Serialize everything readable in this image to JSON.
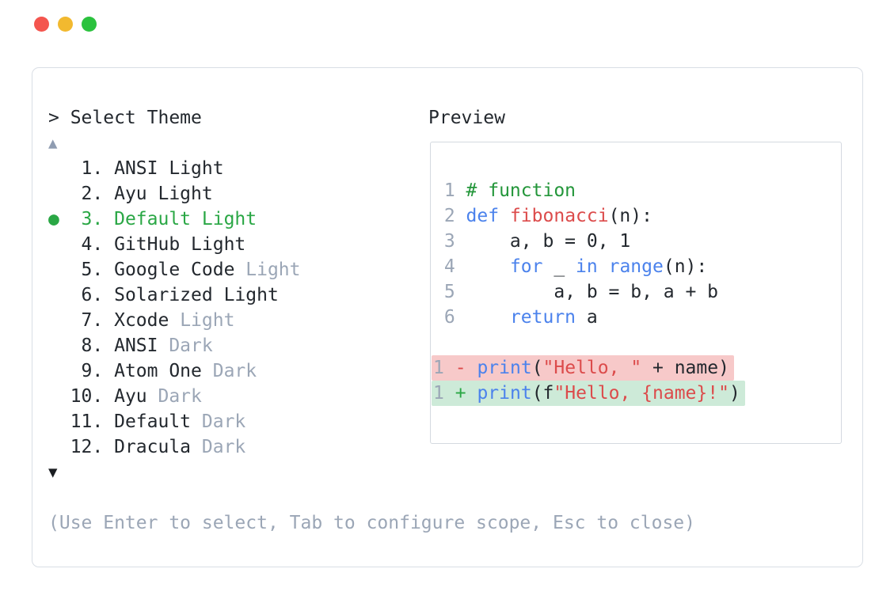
{
  "window": {
    "traffic_lights": [
      {
        "name": "close",
        "color": "#f4554e"
      },
      {
        "name": "minimize",
        "color": "#f2b92f"
      },
      {
        "name": "zoom",
        "color": "#2bc23e"
      }
    ]
  },
  "palette": {
    "ink": "#23282e",
    "muted": "#9ba6b6",
    "selected_green": "#2aa745",
    "comment_green": "#23963a",
    "keyword_blue": "#4b82ec",
    "string_red": "#dc4b4b",
    "diff_removed_bg": "#f7c9c9",
    "diff_added_bg": "#cdead8",
    "panel_border": "#d9dee5",
    "preview_border": "#d4d9e0"
  },
  "selector": {
    "prompt": "> Select Theme",
    "scroll_up_icon": "▲",
    "scroll_down_icon": "▼",
    "selected_marker": "●",
    "items": [
      {
        "number": "1.",
        "name": "ANSI Light",
        "suffix": "",
        "selected": false
      },
      {
        "number": "2.",
        "name": "Ayu Light",
        "suffix": "",
        "selected": false
      },
      {
        "number": "3.",
        "name": "Default Light",
        "suffix": "",
        "selected": true
      },
      {
        "number": "4.",
        "name": "GitHub Light",
        "suffix": "",
        "selected": false
      },
      {
        "number": "5.",
        "name": "Google Code",
        "suffix": "Light",
        "selected": false
      },
      {
        "number": "6.",
        "name": "Solarized Light",
        "suffix": "",
        "selected": false
      },
      {
        "number": "7.",
        "name": "Xcode",
        "suffix": "Light",
        "selected": false
      },
      {
        "number": "8.",
        "name": "ANSI",
        "suffix": "Dark",
        "selected": false
      },
      {
        "number": "9.",
        "name": "Atom One",
        "suffix": "Dark",
        "selected": false
      },
      {
        "number": "10.",
        "name": "Ayu",
        "suffix": "Dark",
        "selected": false
      },
      {
        "number": "11.",
        "name": "Default",
        "suffix": "Dark",
        "selected": false
      },
      {
        "number": "12.",
        "name": "Dracula",
        "suffix": "Dark",
        "selected": false
      }
    ],
    "footer": "(Use Enter to select, Tab to configure scope, Esc to close)"
  },
  "preview": {
    "title": "Preview",
    "code_lines": [
      {
        "num": "1",
        "tokens": [
          {
            "t": "# function",
            "c": "comment"
          }
        ]
      },
      {
        "num": "2",
        "tokens": [
          {
            "t": "def",
            "c": "kw"
          },
          {
            "t": " "
          },
          {
            "t": "fibonacci",
            "c": "fn"
          },
          {
            "t": "(n):"
          }
        ]
      },
      {
        "num": "3",
        "tokens": [
          {
            "t": "    a, b = 0, 1"
          }
        ]
      },
      {
        "num": "4",
        "tokens": [
          {
            "t": "    "
          },
          {
            "t": "for",
            "c": "kw"
          },
          {
            "t": " _ "
          },
          {
            "t": "in",
            "c": "kw"
          },
          {
            "t": " "
          },
          {
            "t": "range",
            "c": "kw"
          },
          {
            "t": "(n):"
          }
        ]
      },
      {
        "num": "5",
        "tokens": [
          {
            "t": "        a, b = b, a + b"
          }
        ]
      },
      {
        "num": "6",
        "tokens": [
          {
            "t": "    "
          },
          {
            "t": "return",
            "c": "kw"
          },
          {
            "t": " a"
          }
        ]
      },
      {
        "num": "",
        "tokens": []
      },
      {
        "num": "1",
        "diff": "removed",
        "tokens": [
          {
            "t": " "
          },
          {
            "t": "-",
            "c": "minus"
          },
          {
            "t": " "
          },
          {
            "t": "print",
            "c": "kw"
          },
          {
            "t": "("
          },
          {
            "t": "\"Hello, \"",
            "c": "str"
          },
          {
            "t": " + name)"
          }
        ]
      },
      {
        "num": "1",
        "diff": "added",
        "tokens": [
          {
            "t": " "
          },
          {
            "t": "+",
            "c": "plus"
          },
          {
            "t": " "
          },
          {
            "t": "print",
            "c": "kw"
          },
          {
            "t": "(f"
          },
          {
            "t": "\"Hello, {name}!\"",
            "c": "str"
          },
          {
            "t": ")"
          }
        ]
      }
    ]
  }
}
